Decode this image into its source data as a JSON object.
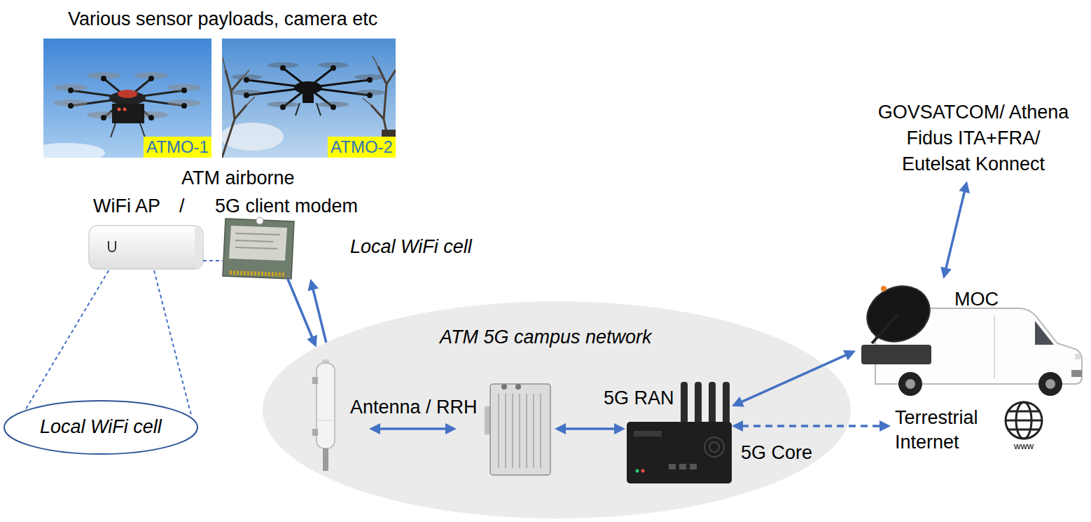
{
  "diagram": {
    "nodes": [
      {
        "text": [
          "ATMO-1"
        ]
      },
      {
        "text": [
          "ATMO-2"
        ]
      },
      {
        "text": [
          "WiFi AP"
        ]
      },
      {
        "text": [
          "5G client modem"
        ]
      },
      {
        "text": [
          "Local WiFi cell"
        ]
      },
      {
        "text": [
          "ATM 5G campus network"
        ]
      },
      {
        "text": [
          "Antenna / RRH"
        ],
        "in": 5
      },
      {
        "text": [
          "5G RAN",
          "5G Core"
        ],
        "in": 5
      },
      {
        "text": [
          "GOVSATCOM/ Athena Fidus ITA+FRA/ Eutelsat Konnect"
        ]
      },
      {
        "text": [
          "MOC"
        ]
      },
      {
        "text": [
          "Terrestrial Internet",
          "www"
        ]
      }
    ],
    "edges": [
      {
        "from": 2,
        "to": 3,
        "arrow": "none"
      },
      {
        "from": 2,
        "to": 4,
        "arrow": "none"
      },
      {
        "from": 2,
        "to": 4,
        "arrow": "none"
      },
      {
        "from": 3,
        "to": 5,
        "arrow": "to"
      },
      {
        "from": 5,
        "to": 3,
        "arrow": "to"
      },
      {
        "from": 6,
        "to": 7,
        "arrow": "both"
      },
      {
        "from": 7,
        "to": 9,
        "arrow": "both"
      },
      {
        "from": 7,
        "to": 10,
        "arrow": "both"
      },
      {
        "from": 9,
        "to": 8,
        "arrow": "both"
      }
    ],
    "labels": [
      "Various sensor payloads, camera etc",
      "ATM airborne",
      "/",
      "Local WiFi cell"
    ]
  }
}
